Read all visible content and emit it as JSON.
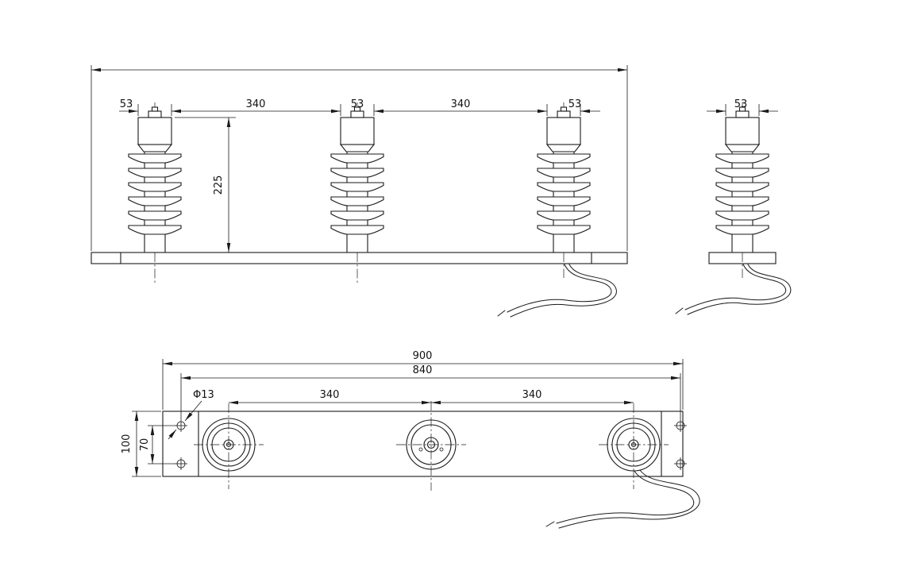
{
  "front_view": {
    "cap_width_1": "53",
    "span_1": "340",
    "cap_width_2": "53",
    "span_2": "340",
    "cap_width_3": "53",
    "insulator_height": "225",
    "cap_width_single": "53"
  },
  "plan_view": {
    "overall_length": "900",
    "mounting_hole_span": "840",
    "mounting_hole_dia": "Φ13",
    "terminal_span_1": "340",
    "terminal_span_2": "340",
    "plate_width": "100",
    "hole_row_span": "70"
  }
}
